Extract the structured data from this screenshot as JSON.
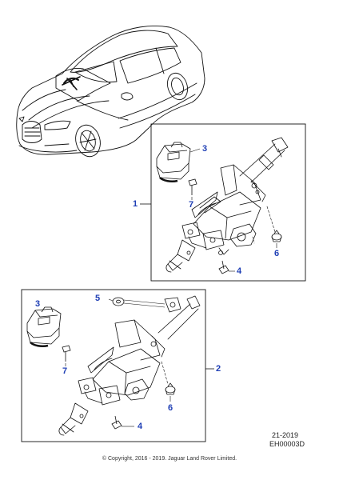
{
  "callouts": {
    "assembly_upper": "1",
    "assembly_lower": "2",
    "upper_switch": "3",
    "upper_screw": "7",
    "upper_clip": "6",
    "upper_bolt": "4",
    "lower_washer": "5",
    "lower_switch": "3",
    "lower_screw": "7",
    "lower_clip": "6",
    "lower_bolt": "4"
  },
  "footer": {
    "ref_date": "21-2019",
    "ref_code": "EH00003D",
    "copyright": "© Copyright, 2016 - 2019. Jaguar Land Rover Limited."
  },
  "colors": {
    "callout": "#1f3fb5",
    "line": "#000000"
  }
}
